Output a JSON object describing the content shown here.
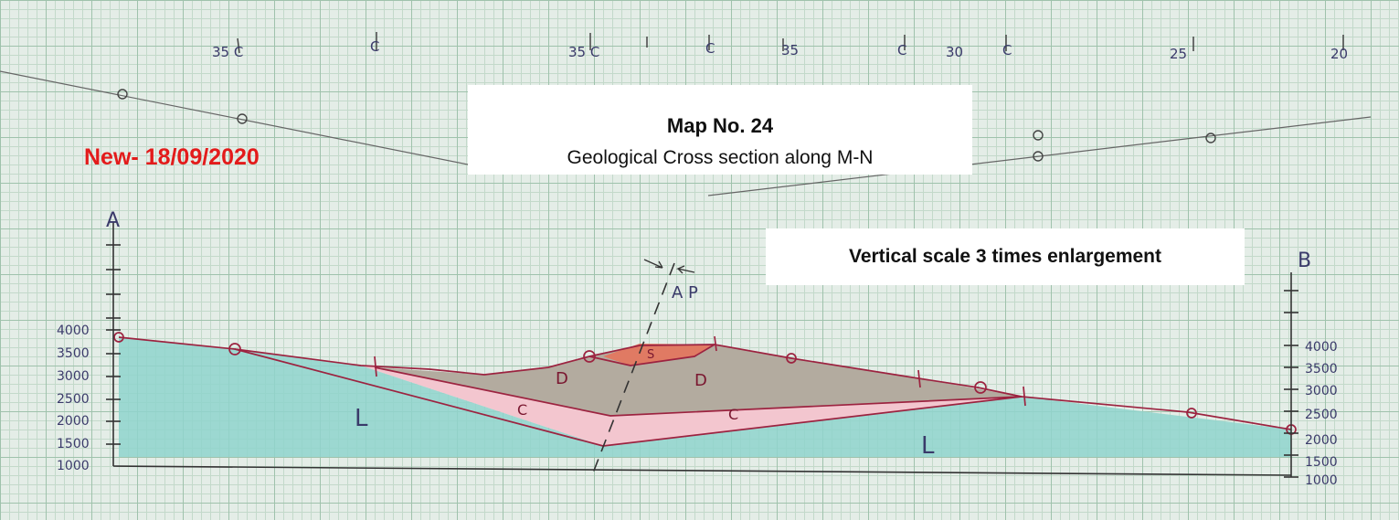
{
  "title": "Map No. 24",
  "subtitle": "Geological Cross section along  M-N",
  "scale_note": "Vertical scale 3 times enlargement",
  "date_note": "New- 18/09/2020",
  "end_labels": {
    "left": "A",
    "right": "B"
  },
  "left_axis_ticks": [
    "4000",
    "3500",
    "3000",
    "2500",
    "2000",
    "1500",
    "1000"
  ],
  "right_axis_ticks": [
    "4000",
    "3500",
    "3000",
    "2500",
    "2000",
    "1500",
    "1000"
  ],
  "top_strike_labels": [
    "35 C",
    "C",
    "35 C",
    "C",
    "35",
    "C",
    "30",
    "C",
    "25",
    "20"
  ],
  "unit_labels": {
    "limestone_left": "L",
    "limestone_right": "L",
    "clay_left": "C",
    "clay_right": "C",
    "dolomite_left": "D",
    "dolomite_right": "D",
    "sandstone": "S"
  },
  "axial_plane_label": "A P",
  "colors": {
    "limestone": "#8fd3cc",
    "clay": "#f3c6cf",
    "dolomite": "#b3ab9f",
    "sandstone": "#e07a63",
    "ink_red": "#9c2340",
    "date_red": "#e31b1b",
    "grid": "#9fc2ac"
  }
}
